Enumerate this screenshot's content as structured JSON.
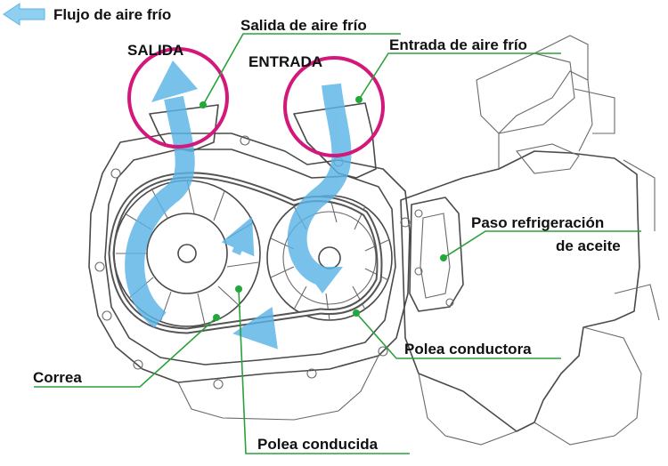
{
  "legend": {
    "label": "Flujo de aire frío",
    "arrow_color": "#5ab4e6"
  },
  "markers": {
    "outlet": "SALIDA",
    "inlet": "ENTRADA",
    "ring_color": "#d4177a"
  },
  "labels": {
    "cold_air_outlet": "Salida de aire frío",
    "cold_air_inlet": "Entrada de aire frío",
    "oil_cooling_line1": "Paso refrigeración",
    "oil_cooling_line2": "de aceite",
    "drive_pulley": "Polea conductora",
    "belt": "Correa",
    "driven_pulley": "Polea conducida"
  },
  "colors": {
    "airflow": "#5ab4e6",
    "leader": "#2aa13a",
    "ink": "#4a4a4a"
  }
}
